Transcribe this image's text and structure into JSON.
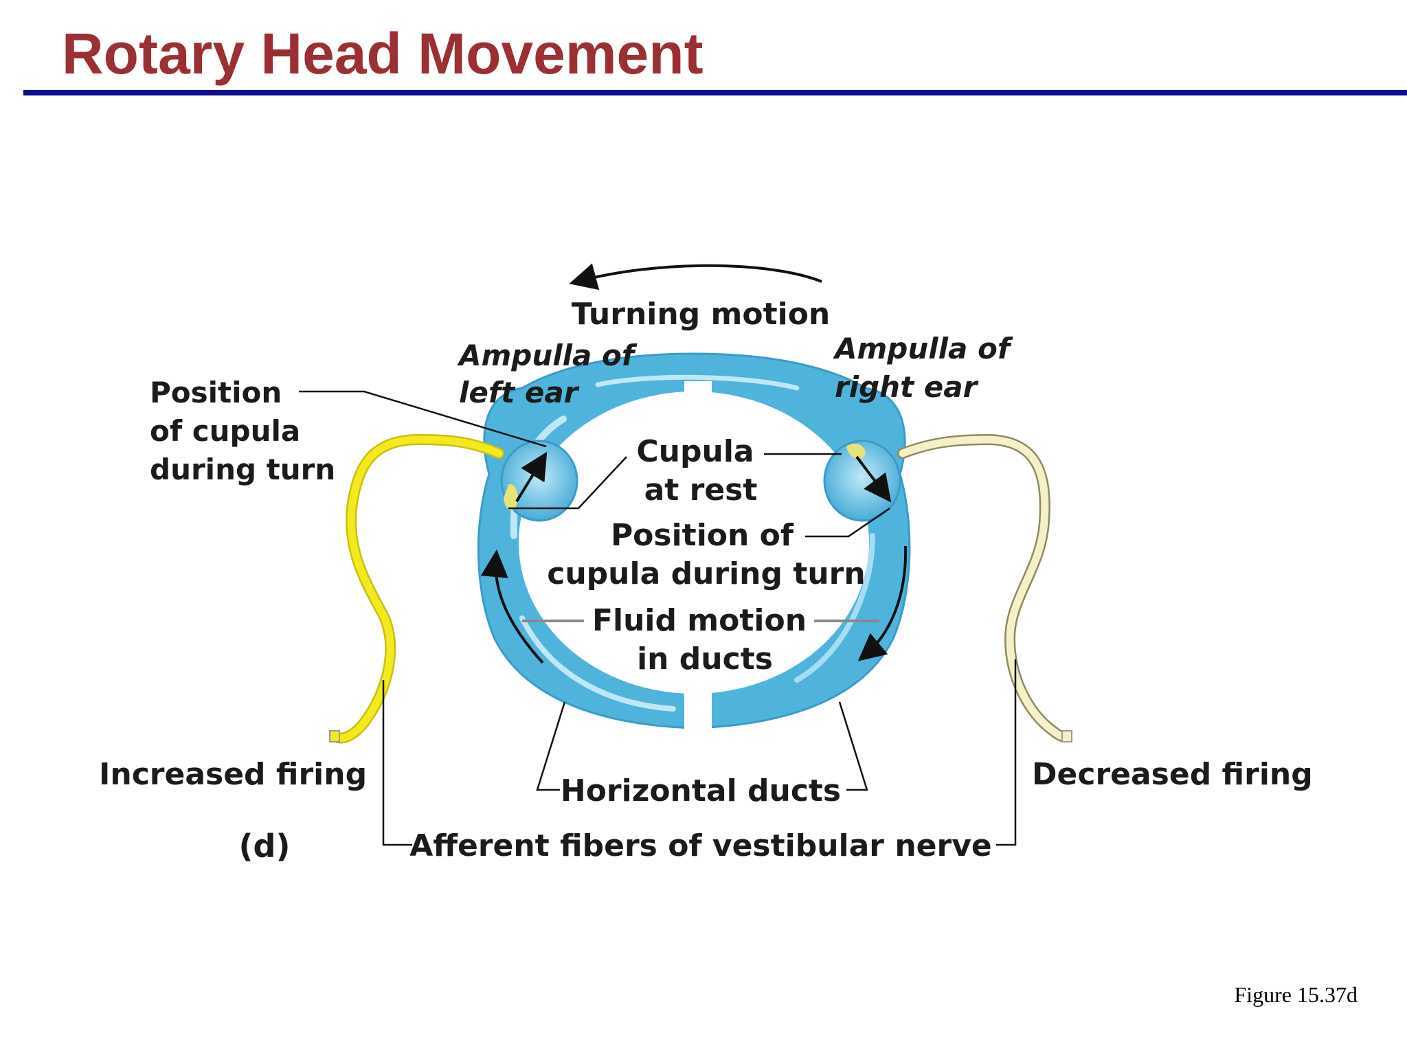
{
  "slide": {
    "title": "Rotary Head Movement",
    "caption": "Figure 15.37d"
  },
  "diagram": {
    "labels": {
      "turning_motion": "Turning motion",
      "ampulla_left_1": "Ampulla of",
      "ampulla_left_2": "left ear",
      "ampulla_right_1": "Ampulla of",
      "ampulla_right_2": "right ear",
      "position_cupula_left_1": "Position",
      "position_cupula_left_2": "of cupula",
      "position_cupula_left_3": "during turn",
      "cupula_rest_1": "Cupula",
      "cupula_rest_2": "at rest",
      "position_cupula_center_1": "Position of",
      "position_cupula_center_2": "cupula during turn",
      "fluid_motion_1": "Fluid motion",
      "fluid_motion_2": "in ducts",
      "increased_firing": "Increased firing",
      "decreased_firing": "Decreased firing",
      "horizontal_ducts": "Horizontal ducts",
      "afferent_fibers": "Afferent fibers of vestibular nerve",
      "panel_letter": "(d)"
    },
    "colors": {
      "duct_fill": "#4fb3dc",
      "duct_light": "#a9dff2",
      "nerve_increased": "#f2ea1d",
      "nerve_decreased": "#f4f0c8",
      "cupula": "#e7e27a",
      "arrow": "#111111"
    }
  }
}
